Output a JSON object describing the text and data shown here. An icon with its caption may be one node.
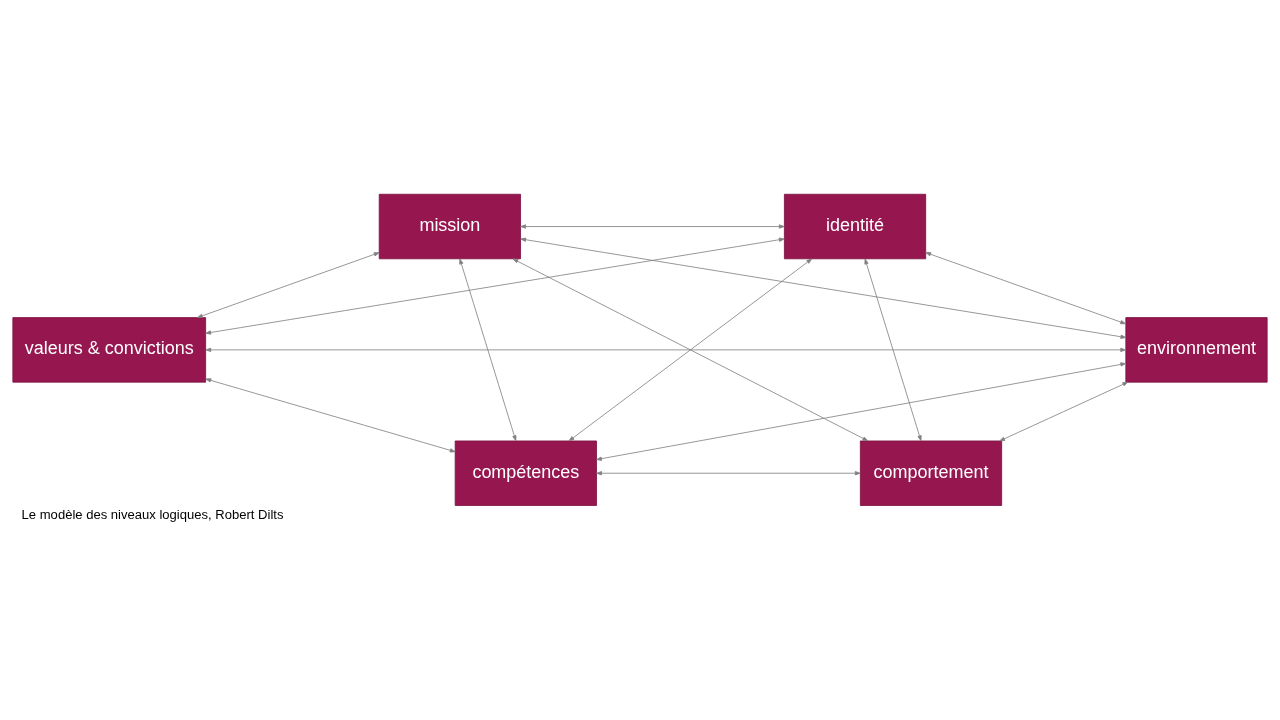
{
  "diagram": {
    "caption": "Le modèle des niveaux logiques, Robert Dilts",
    "nodes": [
      {
        "text": [
          "mission"
        ]
      },
      {
        "text": [
          "identité"
        ]
      },
      {
        "text": [
          "valeurs & convictions"
        ]
      },
      {
        "text": [
          "environnement"
        ]
      },
      {
        "text": [
          "compétences"
        ]
      },
      {
        "text": [
          "comportement"
        ]
      }
    ],
    "edges": [
      {
        "from": 0,
        "to": 1,
        "arrow": "both"
      },
      {
        "from": 0,
        "to": 2,
        "arrow": "both"
      },
      {
        "from": 0,
        "to": 4,
        "arrow": "both"
      },
      {
        "from": 0,
        "to": 5,
        "arrow": "both"
      },
      {
        "from": 0,
        "to": 3,
        "arrow": "both"
      },
      {
        "from": 1,
        "to": 2,
        "arrow": "both"
      },
      {
        "from": 1,
        "to": 4,
        "arrow": "both"
      },
      {
        "from": 1,
        "to": 5,
        "arrow": "both"
      },
      {
        "from": 1,
        "to": 3,
        "arrow": "both"
      },
      {
        "from": 2,
        "to": 3,
        "arrow": "both"
      },
      {
        "from": 2,
        "to": 4,
        "arrow": "both"
      },
      {
        "from": 4,
        "to": 3,
        "arrow": "both"
      },
      {
        "from": 4,
        "to": 5,
        "arrow": "both"
      },
      {
        "from": 3,
        "to": 5,
        "arrow": "both"
      }
    ]
  }
}
